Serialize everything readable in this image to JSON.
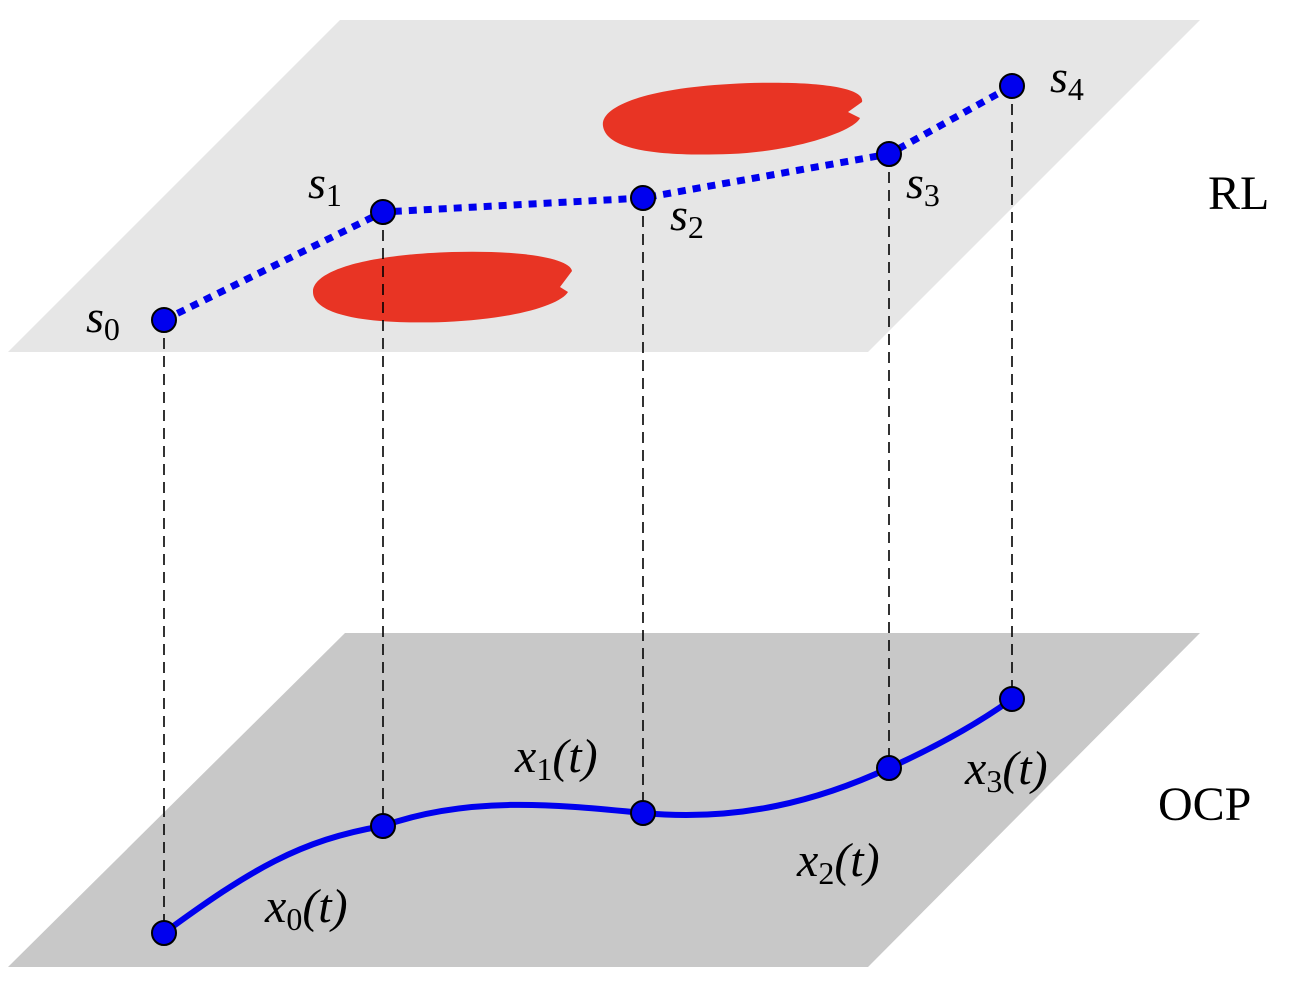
{
  "diagram": {
    "top_plane": {
      "label": "RL",
      "fill": "#e6e6e6"
    },
    "bottom_plane": {
      "label": "OCP",
      "fill": "#c8c8c8"
    },
    "rl_states": [
      {
        "base": "s",
        "sub": "0"
      },
      {
        "base": "s",
        "sub": "1"
      },
      {
        "base": "s",
        "sub": "2"
      },
      {
        "base": "s",
        "sub": "3"
      },
      {
        "base": "s",
        "sub": "4"
      }
    ],
    "ocp_segments": [
      {
        "base": "x",
        "sub": "0",
        "arg": "(t)"
      },
      {
        "base": "x",
        "sub": "1",
        "arg": "(t)"
      },
      {
        "base": "x",
        "sub": "2",
        "arg": "(t)"
      },
      {
        "base": "x",
        "sub": "3",
        "arg": "(t)"
      }
    ],
    "colors": {
      "node": "#0000ee",
      "path": "#0000ee",
      "obstacle": "#e83424",
      "projection": "#000000"
    }
  }
}
